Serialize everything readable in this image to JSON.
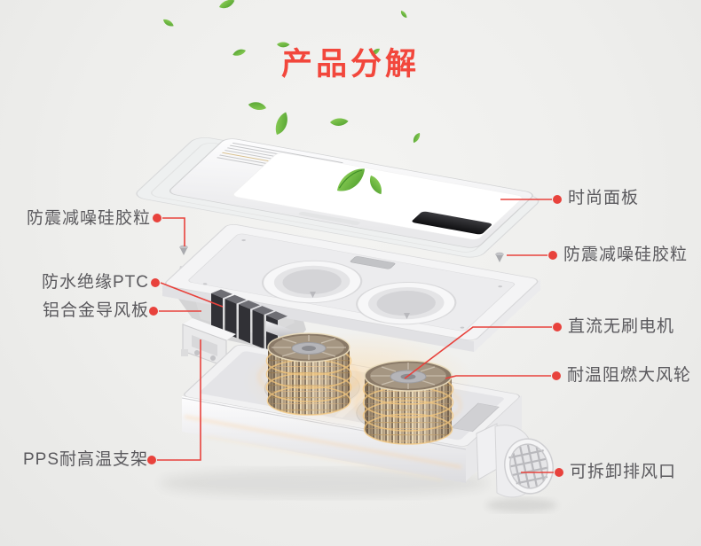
{
  "title": {
    "text": "产品分解"
  },
  "callouts": {
    "left": [
      {
        "text": "防震减噪硅胶粒"
      },
      {
        "text": "防水绝缘PTC"
      },
      {
        "text": "铝合金导风板"
      },
      {
        "text": "PPS耐高温支架"
      }
    ],
    "right": [
      {
        "text": "时尚面板"
      },
      {
        "text": "防震减噪硅胶粒"
      },
      {
        "text": "直流无刷电机"
      },
      {
        "text": "耐温阻燃大风轮"
      },
      {
        "text": "可拆卸排风口"
      }
    ]
  },
  "colors": {
    "accent_red": "#e8423c",
    "title_red": "#f2473c",
    "label_gray": "#5a595d",
    "leaf_green": "#5fae3a",
    "fan_gold": "#e9bd7a",
    "background": "#efefed"
  },
  "illustration": {
    "type": "exploded-view-product-diagram",
    "parts": [
      "fashion-panel",
      "mounting-frame",
      "silicone-damper-screw",
      "ptc-heater",
      "aluminum-air-guide",
      "pps-bracket",
      "dc-brushless-motor-hub",
      "flame-retardant-fan-wheel",
      "bottom-housing",
      "detachable-air-outlet",
      "floating-leaf"
    ]
  }
}
